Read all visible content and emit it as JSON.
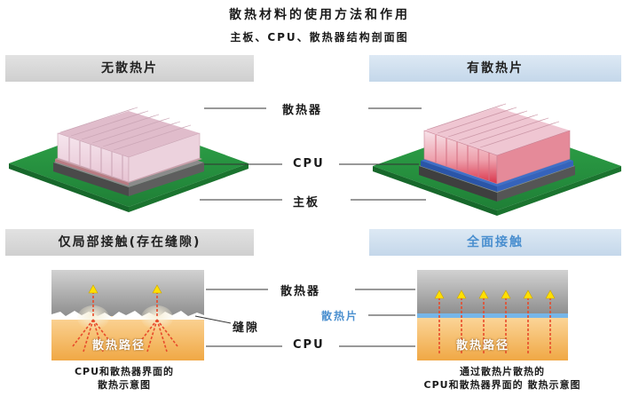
{
  "title": "散热材料的使用方法和作用",
  "subtitle": "主板、CPU、散热器结构剖面图",
  "top": {
    "left_header": "无散热片",
    "right_header": "有散热片"
  },
  "component_labels": {
    "heatsink": "散热器",
    "cpu": "CPU",
    "motherboard": "主板"
  },
  "bottom": {
    "left_header": "仅局部接触(存在缝隙)",
    "right_header": "全面接触",
    "heatsink": "散热器",
    "gap": "缝隙",
    "thermal_pad": "散热片",
    "cpu": "CPU",
    "left_path": "散热路径",
    "right_path": "散热路径",
    "left_caption_line1": "CPU和散热器界面的",
    "left_caption_line2": "散热示意图",
    "right_caption_line1": "通过散热片散热的",
    "right_caption_line2": "CPU和散热器界面的 散热示意图"
  }
}
